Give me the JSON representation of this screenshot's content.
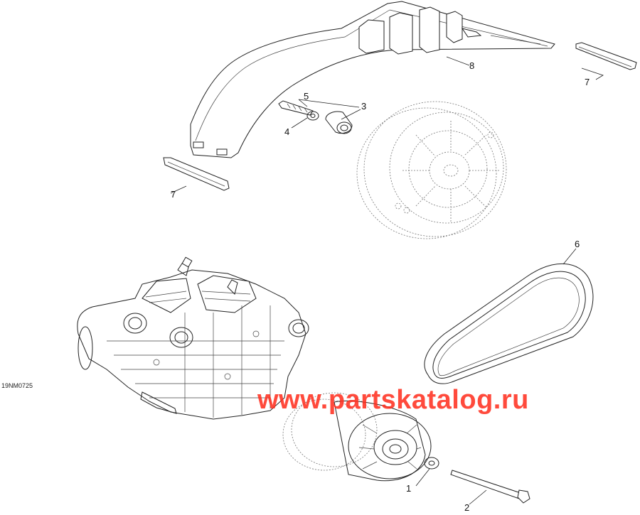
{
  "diagram": {
    "drawing_code": "19NM0725",
    "watermark": "www.partskatalog.ru",
    "callouts": {
      "c1": "1",
      "c2": "2",
      "c3": "3",
      "c4": "4",
      "c5": "5",
      "c6": "6",
      "c7a": "7",
      "c7b": "7",
      "c8": "8"
    },
    "colors": {
      "watermark": "#ff2a1a",
      "line": "#222222"
    }
  }
}
